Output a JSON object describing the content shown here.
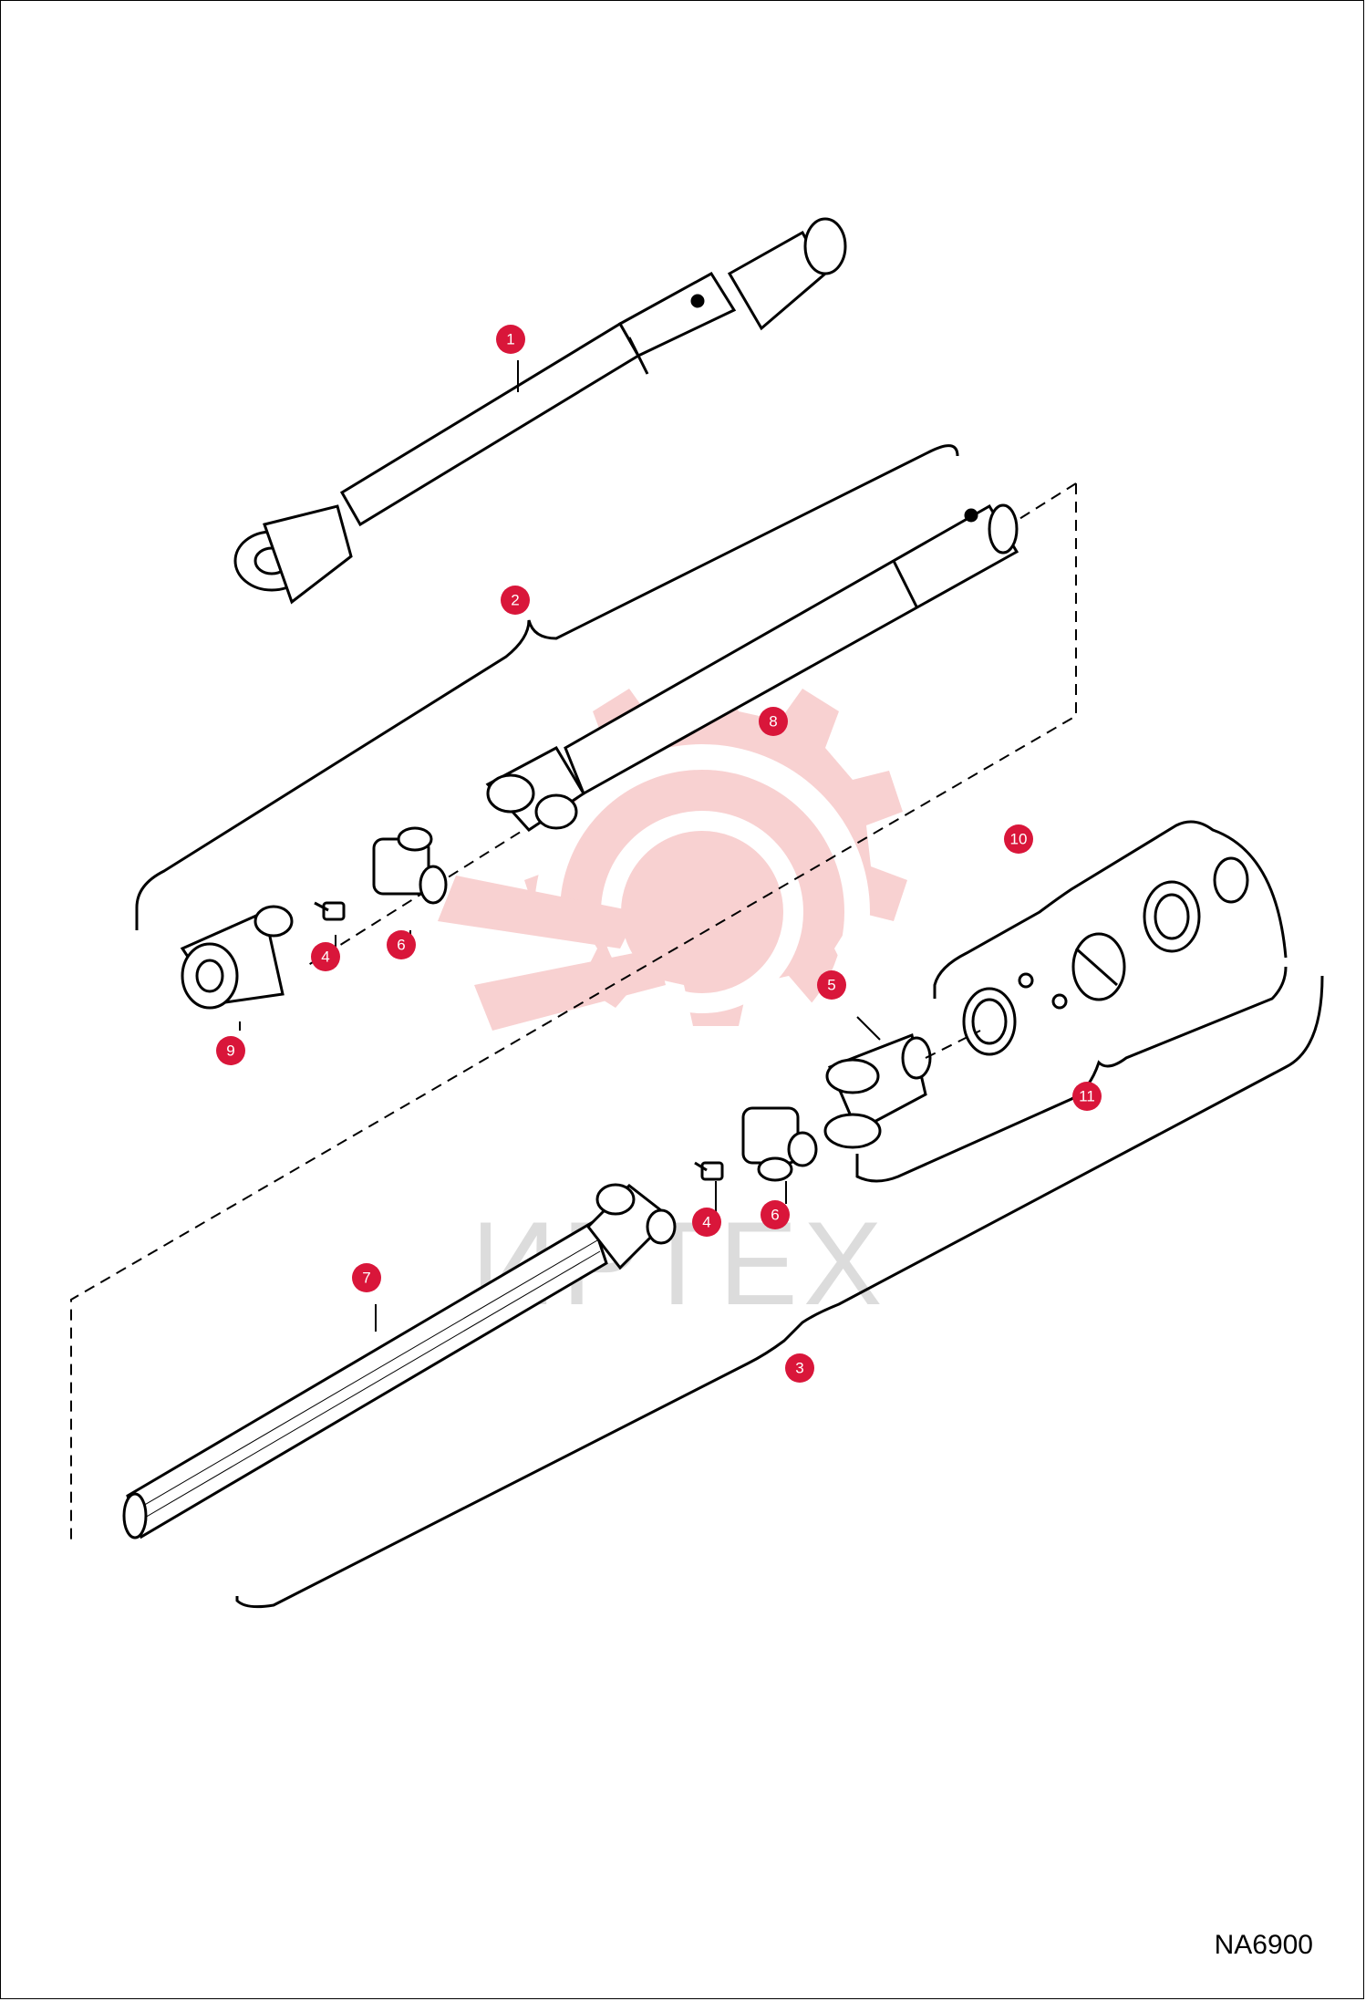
{
  "figure_code": "NA6900",
  "watermark_text": "ИРТЕХ",
  "accent_color": "#d9163a",
  "watermark_color": "#f7c9c9",
  "callouts": [
    "1",
    "2",
    "8",
    "10",
    "4",
    "6",
    "9",
    "5",
    "11",
    "4",
    "6",
    "7",
    "3"
  ]
}
